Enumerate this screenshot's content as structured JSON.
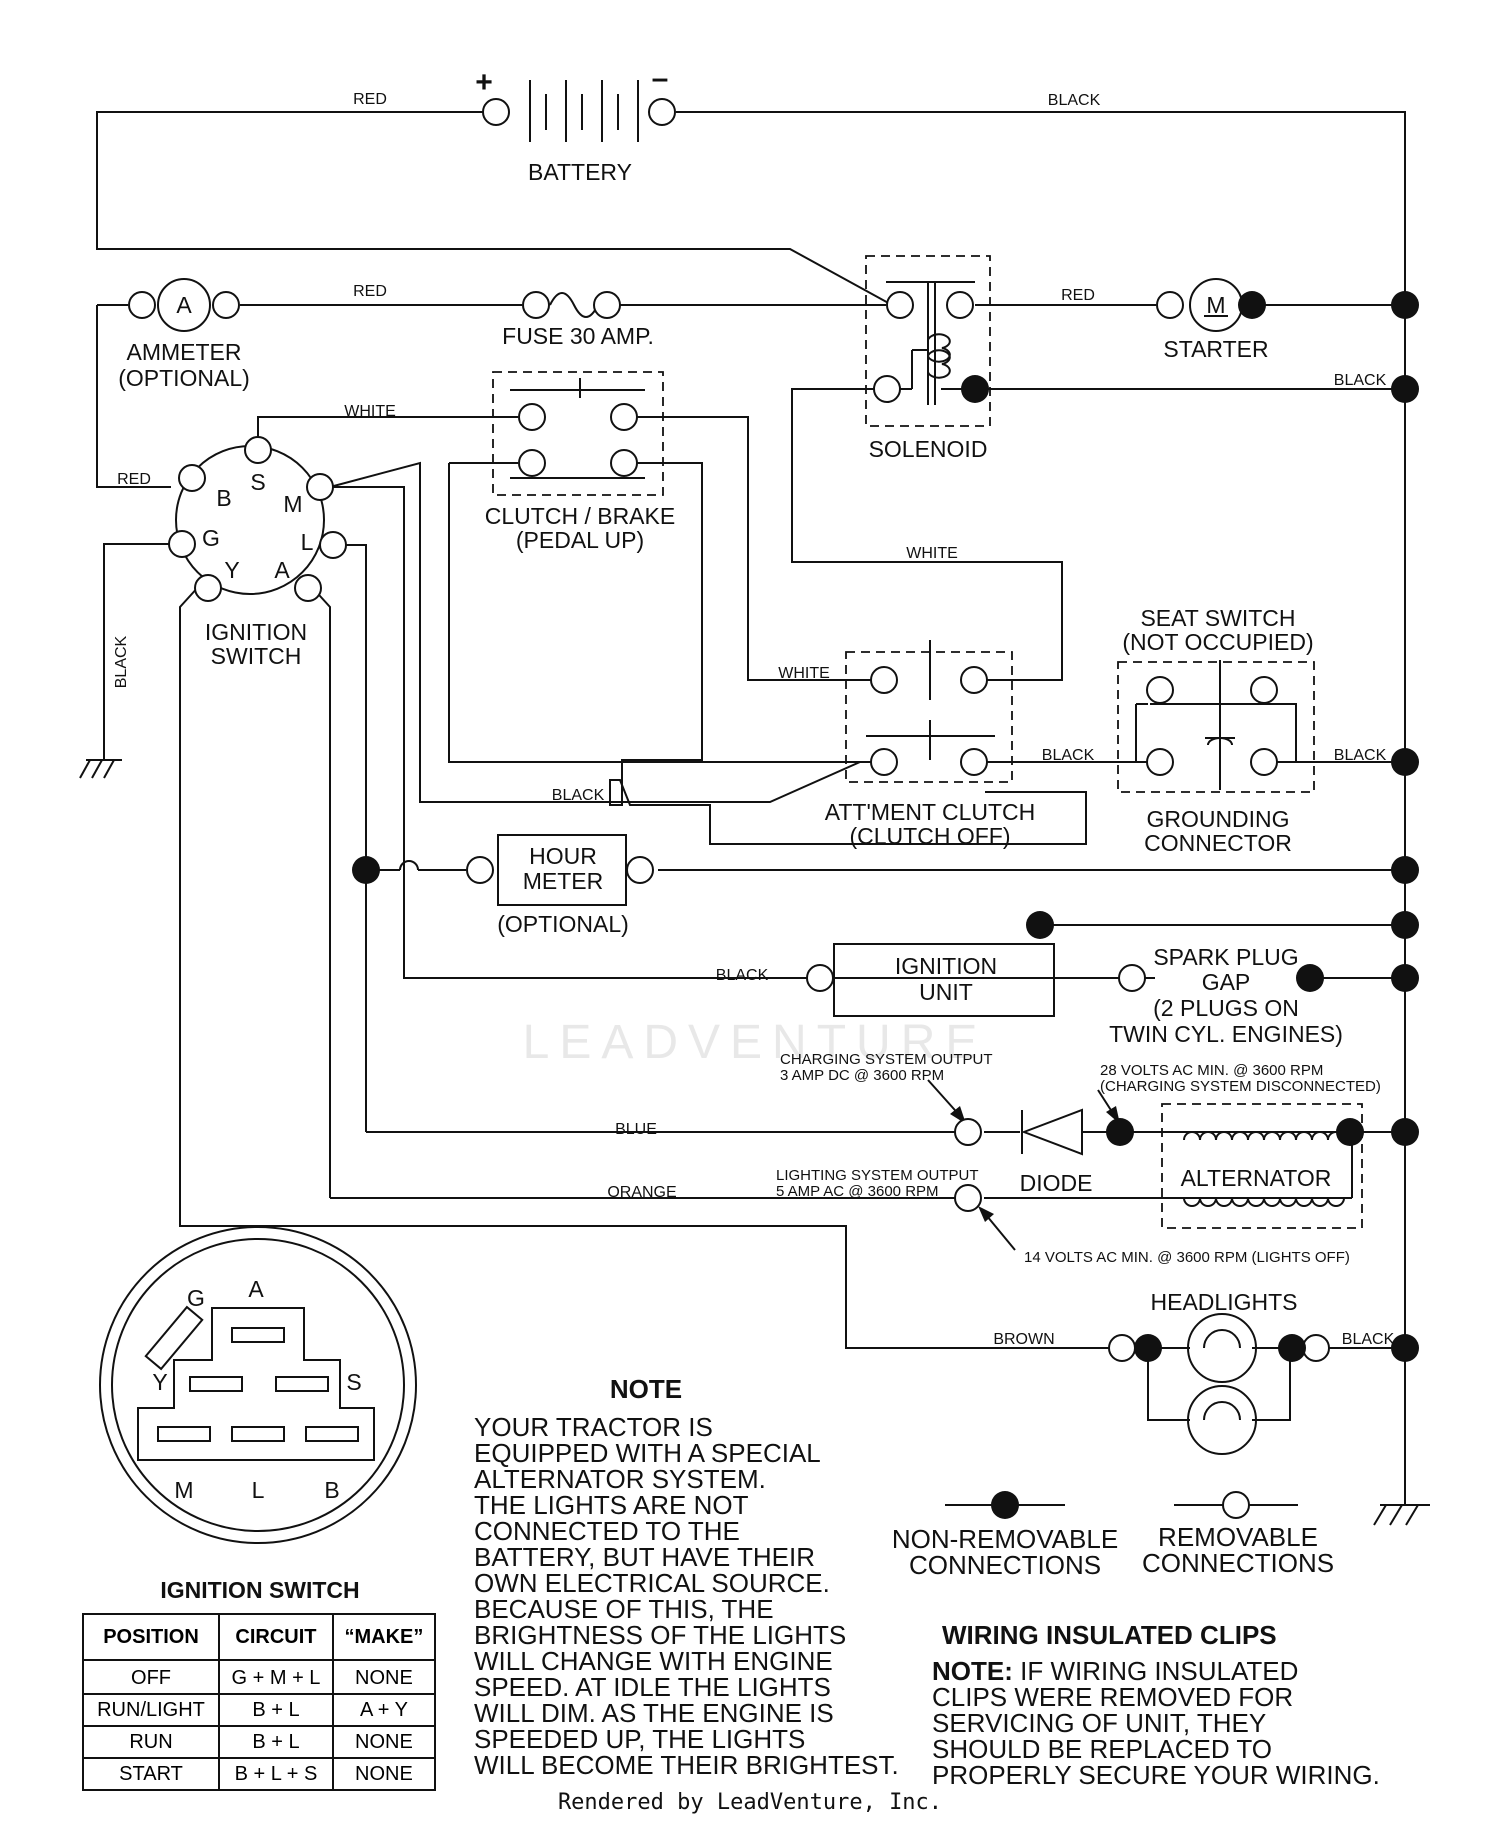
{
  "battery": {
    "label": "BATTERY",
    "plus": "+",
    "minus": "–"
  },
  "ammeter": {
    "symbol": "A",
    "label": "AMMETER",
    "sublabel": "(OPTIONAL)"
  },
  "fuse": {
    "label": "FUSE 30 AMP."
  },
  "solenoid": {
    "label": "SOLENOID"
  },
  "starter": {
    "symbol": "M",
    "label": "STARTER"
  },
  "clutch_brake": {
    "label": "CLUTCH / BRAKE",
    "sublabel": "(PEDAL UP)"
  },
  "ignition_switch": {
    "label_1": "IGNITION",
    "label_2": "SWITCH",
    "pins": {
      "S": "S",
      "B": "B",
      "M": "M",
      "G": "G",
      "L": "L",
      "Y": "Y",
      "A": "A"
    }
  },
  "seat_switch": {
    "label": "SEAT SWITCH",
    "sublabel": "(NOT OCCUPIED)"
  },
  "grounding_connector": {
    "label_1": "GROUNDING",
    "label_2": "CONNECTOR"
  },
  "attachment_clutch": {
    "label": "ATT'MENT CLUTCH",
    "sublabel": "(CLUTCH OFF)"
  },
  "hour_meter": {
    "label_1": "HOUR",
    "label_2": "METER",
    "sublabel": "(OPTIONAL)"
  },
  "ignition_unit": {
    "label_1": "IGNITION",
    "label_2": "UNIT"
  },
  "spark_plug": {
    "line_1": "SPARK PLUG",
    "line_2": "GAP",
    "line_3": "(2 PLUGS ON",
    "line_4": "TWIN CYL. ENGINES)"
  },
  "charging": {
    "line_1": "CHARGING SYSTEM OUTPUT",
    "line_2": "3 AMP DC @ 3600 RPM"
  },
  "alternator_spec": {
    "line_1": "28 VOLTS AC MIN. @ 3600 RPM",
    "line_2": "(CHARGING SYSTEM DISCONNECTED)"
  },
  "diode": {
    "label": "DIODE"
  },
  "alternator": {
    "label": "ALTERNATOR"
  },
  "lighting": {
    "line_1": "LIGHTING SYSTEM OUTPUT",
    "line_2": "5 AMP AC @ 3600 RPM"
  },
  "lights_off_spec": "14 VOLTS AC MIN. @ 3600 RPM (LIGHTS OFF)",
  "headlights": {
    "label": "HEADLIGHTS"
  },
  "wires": {
    "red_battery": "RED",
    "black_battery": "BLACK",
    "red_fuse": "RED",
    "red_starter": "RED",
    "black_solenoid": "BLACK",
    "white_clutch": "WHITE",
    "red_ammeter": "RED",
    "black_ground": "BLACK",
    "white_solenoid": "WHITE",
    "white_attclutch": "WHITE",
    "black_attclutch": "BLACK",
    "black_seat": "BLACK",
    "black_clutch": "BLACK",
    "black_ignition": "BLACK",
    "blue": "BLUE",
    "orange": "ORANGE",
    "brown": "BROWN",
    "black_headlights": "BLACK"
  },
  "switch_diagram": {
    "pins": {
      "G": "G",
      "A": "A",
      "Y": "Y",
      "S": "S",
      "M": "M",
      "L": "L",
      "B": "B"
    },
    "title": "IGNITION SWITCH"
  },
  "switch_table": {
    "headers": [
      "POSITION",
      "CIRCUIT",
      "“MAKE”"
    ],
    "rows": [
      [
        "OFF",
        "G + M + L",
        "NONE"
      ],
      [
        "RUN/LIGHT",
        "B + L",
        "A + Y"
      ],
      [
        "RUN",
        "B + L",
        "NONE"
      ],
      [
        "START",
        "B + L + S",
        "NONE"
      ]
    ]
  },
  "note": {
    "title": "NOTE",
    "lines": [
      "YOUR TRACTOR IS",
      "EQUIPPED WITH A SPECIAL",
      "ALTERNATOR SYSTEM.",
      "THE LIGHTS ARE NOT",
      "CONNECTED TO THE",
      "BATTERY, BUT HAVE THEIR",
      "OWN ELECTRICAL SOURCE.",
      "BECAUSE OF THIS, THE",
      "BRIGHTNESS OF THE LIGHTS",
      "WILL CHANGE WITH ENGINE",
      "SPEED.  AT IDLE THE LIGHTS",
      "WILL DIM.  AS THE ENGINE IS",
      "SPEEDED UP, THE LIGHTS",
      "WILL BECOME THEIR BRIGHTEST."
    ]
  },
  "legend": {
    "non_removable_1": "NON-REMOVABLE",
    "non_removable_2": "CONNECTIONS",
    "removable_1": "REMOVABLE",
    "removable_2": "CONNECTIONS"
  },
  "clips": {
    "title": "WIRING INSULATED CLIPS",
    "lead": "NOTE:",
    "line_1": " IF WIRING INSULATED",
    "line_2": "CLIPS WERE REMOVED FOR",
    "line_3": "SERVICING OF UNIT, THEY",
    "line_4": "SHOULD BE REPLACED TO",
    "line_5": "PROPERLY SECURE YOUR WIRING."
  },
  "watermark": "LEADVENTURE",
  "footer": "Rendered by LeadVenture, Inc."
}
